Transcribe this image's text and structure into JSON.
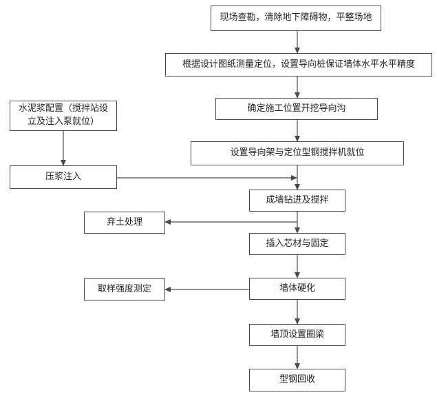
{
  "steps": {
    "survey": "现场查勘，清除地下障碍物，平整场地",
    "positioning": "根据设计图纸测量定位，设置导向桩保证墙体水平水平精度",
    "trench": "确定施工位置开挖导向沟",
    "rig_setup": "设置导向架与定位型钢搅拌机就位",
    "drilling": "成墙钻进及搅拌",
    "insert_core": "插入芯材与固定",
    "hardening": "墙体硬化",
    "crown_beam": "墙顶设置圈梁",
    "recovery": "型钢回收"
  },
  "side": {
    "slurry_prep_line1": "水泥浆配置（搅拌站设",
    "slurry_prep_line2": "立及注入泵就位）",
    "grouting": "压浆注入",
    "spoil": "弃土处理",
    "sampling": "取样强度测定"
  }
}
